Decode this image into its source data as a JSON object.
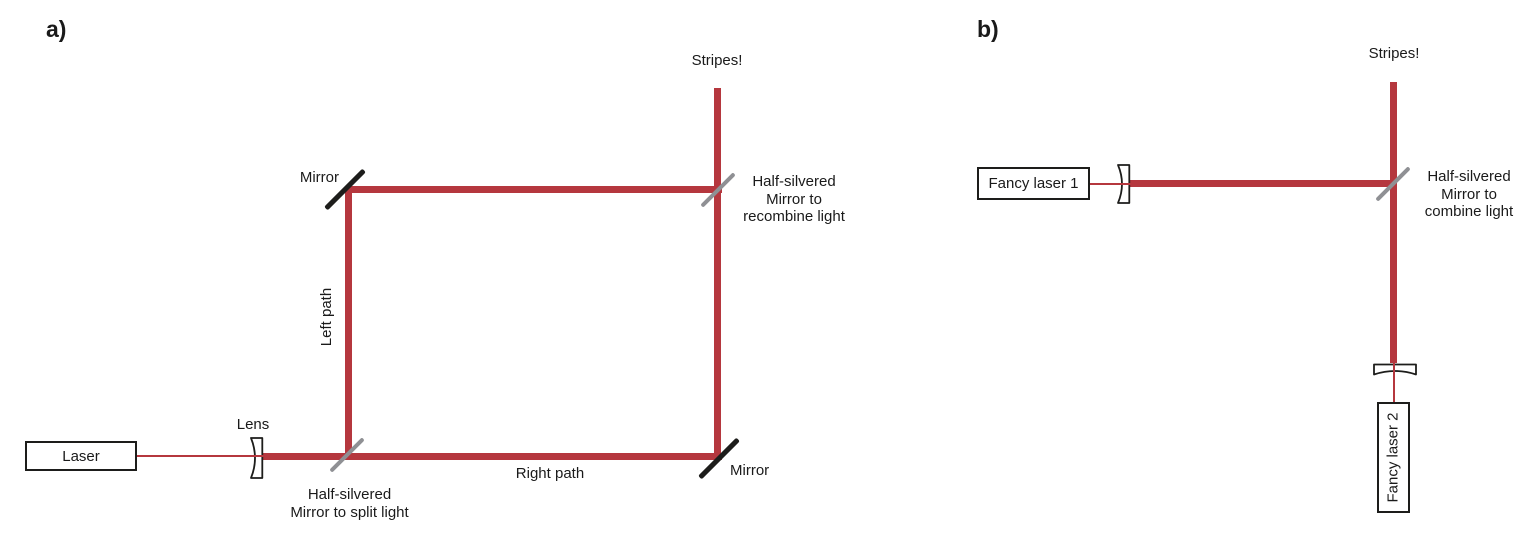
{
  "figure": {
    "description": "Two-panel optics diagram of interferometer setups producing interference stripes"
  },
  "colors": {
    "beam": "#b5373e",
    "ink": "#1d1d1b",
    "half_mirror": "#8f9094",
    "text": "#1a1a1a"
  },
  "panel_a": {
    "label": "a)",
    "laser": "Laser",
    "lens": "Lens",
    "stripes": "Stripes!",
    "mirror_top": "Mirror",
    "mirror_bottom": "Mirror",
    "left_path": "Left path",
    "right_path": "Right path",
    "splitter_lines": [
      "Half-silvered",
      "Mirror to split light"
    ],
    "recombiner_lines": [
      "Half-silvered",
      "Mirror to",
      "recombine light"
    ]
  },
  "panel_b": {
    "label": "b)",
    "laser1": "Fancy laser 1",
    "laser2": "Fancy laser 2",
    "stripes": "Stripes!",
    "combiner_lines": [
      "Half-silvered",
      "Mirror to",
      "combine light"
    ]
  }
}
